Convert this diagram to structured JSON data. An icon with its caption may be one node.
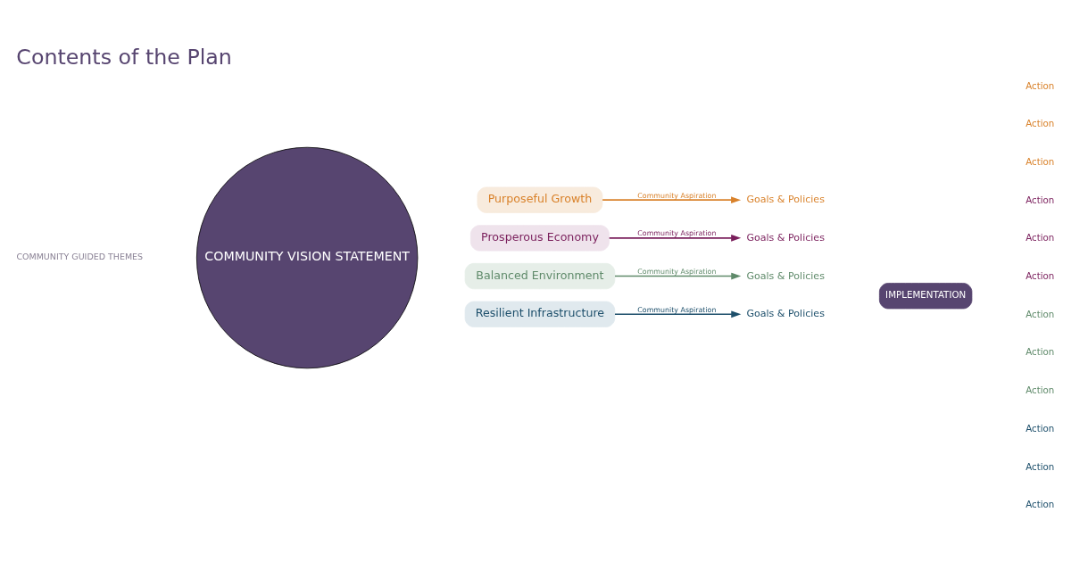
{
  "diagram": {
    "title": "Contents of the Plan",
    "nodes": [
      {
        "text": [
          "COMMUNITY VISION STATEMENT"
        ]
      },
      {
        "text": [
          "Purposeful Growth"
        ]
      },
      {
        "text": [
          "Goals & Policies"
        ]
      },
      {
        "text": [
          "Prosperous Economy"
        ]
      },
      {
        "text": [
          "Goals & Policies"
        ]
      },
      {
        "text": [
          "Balanced Environment"
        ]
      },
      {
        "text": [
          "Goals & Policies"
        ]
      },
      {
        "text": [
          "Resilient Infrastructure"
        ]
      },
      {
        "text": [
          "Goals & Policies"
        ]
      },
      {
        "text": [
          "IMPLEMENTATION"
        ]
      },
      {
        "text": [
          "Action"
        ]
      },
      {
        "text": [
          "Action"
        ]
      },
      {
        "text": [
          "Action"
        ]
      },
      {
        "text": [
          "Action"
        ]
      },
      {
        "text": [
          "Action"
        ]
      },
      {
        "text": [
          "Action"
        ]
      },
      {
        "text": [
          "Action"
        ]
      },
      {
        "text": [
          "Action"
        ]
      },
      {
        "text": [
          "Action"
        ]
      },
      {
        "text": [
          "Action"
        ]
      },
      {
        "text": [
          "Action"
        ]
      },
      {
        "text": [
          "Action"
        ]
      }
    ],
    "edges": [
      {
        "from": 1,
        "to": 2,
        "arrow": "to",
        "label": "Community Aspiration",
        "color": "#d9822b"
      },
      {
        "from": 3,
        "to": 4,
        "arrow": "to",
        "label": "Community Aspiration",
        "color": "#7a1f5c"
      },
      {
        "from": 5,
        "to": 6,
        "arrow": "to",
        "label": "Community Aspiration",
        "color": "#5f8a6a"
      },
      {
        "from": 7,
        "to": 8,
        "arrow": "to",
        "label": "Community Aspiration",
        "color": "#1d4f6b"
      }
    ],
    "labels": [
      "COMMUNITY GUIDED THEMES"
    ]
  }
}
